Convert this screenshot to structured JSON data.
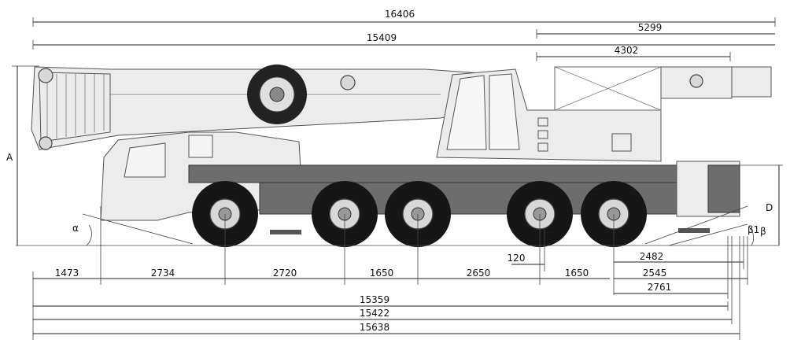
{
  "top_dimensions": [
    {
      "id": "overall-height-reach",
      "label": "16406"
    },
    {
      "id": "boom-length",
      "label": "15409"
    },
    {
      "id": "rear-overhang-5299",
      "label": "5299"
    },
    {
      "id": "rear-overhang-4302",
      "label": "4302"
    }
  ],
  "side_labels": {
    "height": "A",
    "ground_clearance": "D",
    "approach_angle": "α",
    "departure_angle": "β",
    "departure_angle_1": "β1"
  },
  "axle_spacing": [
    {
      "id": "front-overhang",
      "label": "1473"
    },
    {
      "id": "axle-1-2",
      "label": "2734"
    },
    {
      "id": "axle-2-3",
      "label": "2720"
    },
    {
      "id": "axle-3-4",
      "label": "1650"
    },
    {
      "id": "axle-4-5",
      "label": "2650"
    },
    {
      "id": "axle-5-6",
      "label": "1650"
    }
  ],
  "small_offset": {
    "label": "120"
  },
  "rear_dimensions": [
    {
      "id": "rear-2482",
      "label": "2482"
    },
    {
      "id": "rear-2545",
      "label": "2545"
    },
    {
      "id": "rear-2761",
      "label": "2761"
    }
  ],
  "overall_lengths": [
    {
      "id": "length-15359",
      "label": "15359"
    },
    {
      "id": "length-15422",
      "label": "15422"
    },
    {
      "id": "length-15638",
      "label": "15638"
    }
  ],
  "colors": {
    "line": "#222222",
    "body": "#ececec",
    "chassis": "#6d6d6d",
    "tire": "#161616"
  }
}
